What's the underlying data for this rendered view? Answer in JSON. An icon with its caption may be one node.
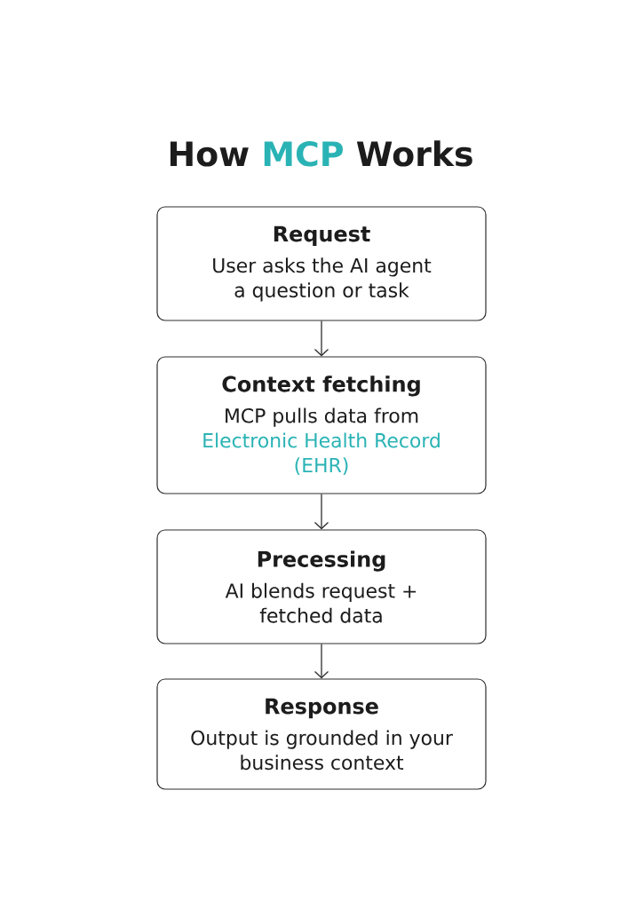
{
  "diagram": {
    "title": "How **MCP** Works",
    "nodes": [
      {
        "text": [
          "Request",
          "User asks the AI agent a question or task"
        ]
      },
      {
        "text": [
          "Context fetching",
          "MCP pulls data from",
          "Electronic Health Record (EHR)"
        ]
      },
      {
        "text": [
          "Precessing",
          "AI blends request + fetched data"
        ]
      },
      {
        "text": [
          "Response",
          "Output is grounded in your business context"
        ]
      }
    ],
    "edges": [
      {
        "from": 0,
        "to": 1,
        "arrow": "to"
      },
      {
        "from": 1,
        "to": 2,
        "arrow": "to"
      },
      {
        "from": 2,
        "to": 3,
        "arrow": "to"
      }
    ]
  }
}
